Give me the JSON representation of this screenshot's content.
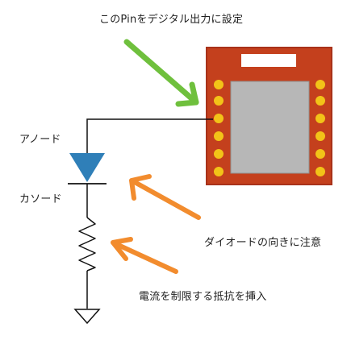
{
  "labels": {
    "top_note": "このPinをデジタル出力に設定",
    "anode": "アノード",
    "cathode": "カソード",
    "diode_note": "ダイオードの向きに注意",
    "resistor_note": "電流を制限する抵抗を挿入"
  },
  "colors": {
    "board_red": "#c4401d",
    "board_edge": "#a8321a",
    "chip_gray": "#b7b7b7",
    "pin_yellow": "#f2c318",
    "diode_blue": "#2f7fb8",
    "arrow_green": "#6fc03d",
    "arrow_orange": "#f28c2e",
    "wire": "#111111"
  }
}
